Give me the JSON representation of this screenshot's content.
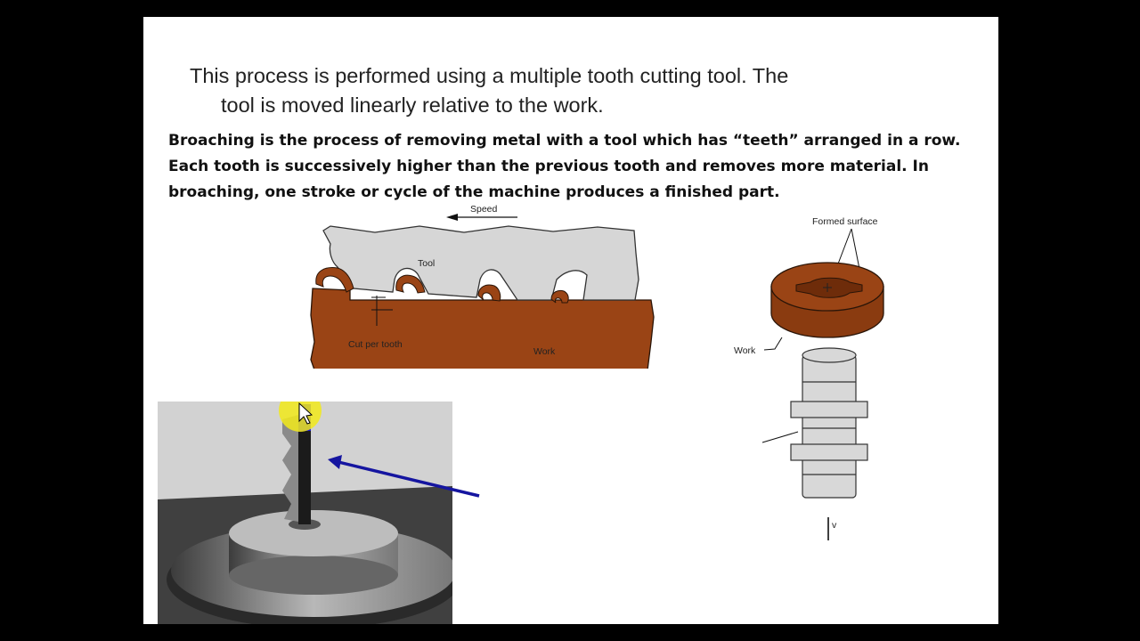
{
  "slide": {
    "intro_line1": "This process is performed using a multiple tooth cutting tool. The",
    "intro_line2": "tool is moved linearly relative to the work.",
    "body_line1": "Broaching is the process of removing metal with a tool which has “teeth” arranged in a row.",
    "body_line2": "Each tooth is successively higher than the previous tooth and removes more material.   In",
    "body_line3": "broaching, one stroke or cycle of the machine produces a finished part."
  },
  "diagram_left": {
    "speed_label": "Speed",
    "tool_label": "Tool",
    "cut_label": "Cut per tooth",
    "work_label": "Work"
  },
  "diagram_right": {
    "formed_surface_label": "Formed surface",
    "work_label": "Work",
    "velocity_label": "v"
  },
  "colors": {
    "work_brown": "#9a4415",
    "tool_gray": "#d6d6d6",
    "arrow_blue": "#1515a0",
    "highlight_yellow": "#f2ea1a"
  }
}
